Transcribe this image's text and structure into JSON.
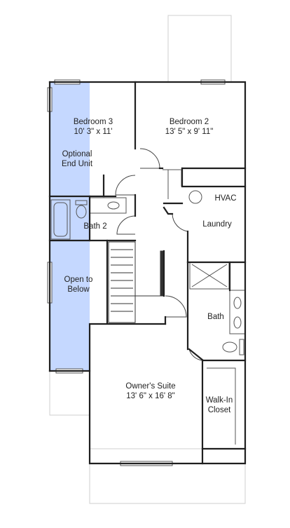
{
  "colors": {
    "optional_area_fill": "#c5d8ff",
    "wall_color": "#1f1f1f",
    "outline_color": "#cfcfcf"
  },
  "rooms": {
    "bedroom3": {
      "name": "Bedroom 3",
      "size": "10' 3\" x 11'"
    },
    "bedroom2": {
      "name": "Bedroom 2",
      "size": "13' 5\" x 9' 11\""
    },
    "optional_end_unit": {
      "line1": "Optional",
      "line2": "End Unit"
    },
    "hvac": {
      "name": "HVAC"
    },
    "laundry": {
      "name": "Laundry"
    },
    "bath2": {
      "name": "Bath 2"
    },
    "open_to_below": {
      "line1": "Open to",
      "line2": "Below"
    },
    "bath": {
      "name": "Bath"
    },
    "owners_suite": {
      "name": "Owner's Suite",
      "size": "13' 6\" x 16' 8\""
    },
    "walk_in_closet": {
      "line1": "Walk-In",
      "line2": "Closet"
    }
  }
}
